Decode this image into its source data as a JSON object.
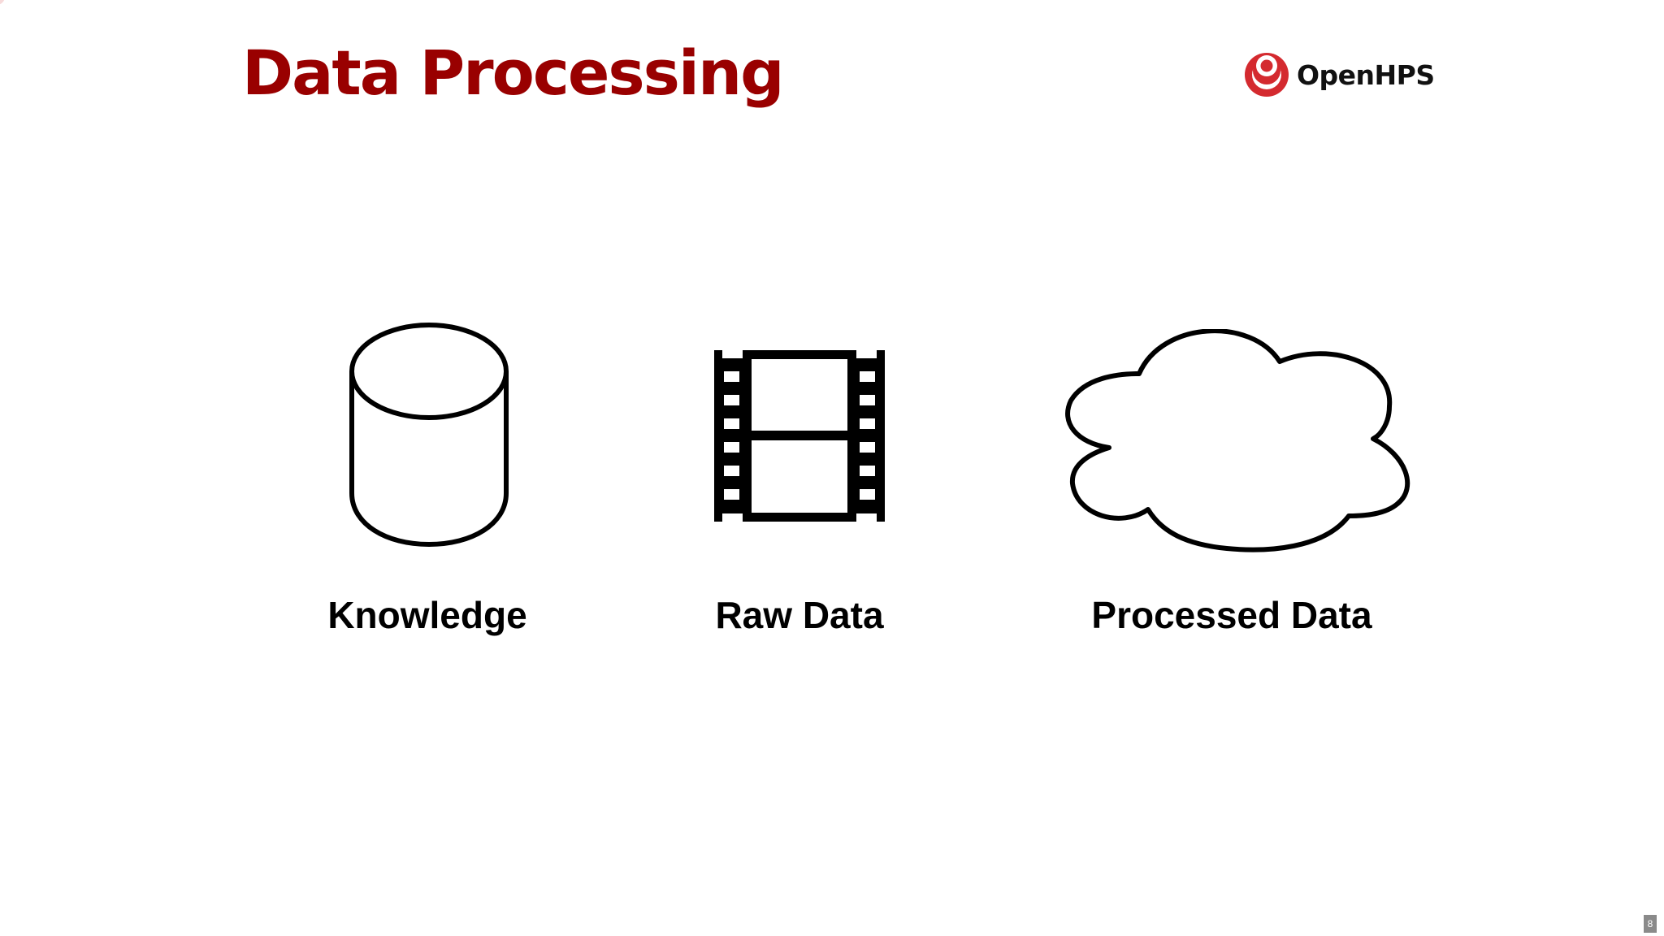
{
  "slide": {
    "title": "Data Processing",
    "page_number": "8"
  },
  "logo": {
    "text": "OpenHPS",
    "icon": "openhps-logo-icon",
    "color": "#d42a2f"
  },
  "items": [
    {
      "label": "Knowledge",
      "icon": "database-icon"
    },
    {
      "label": "Raw Data",
      "icon": "film-strip-icon"
    },
    {
      "label": "Processed Data",
      "icon": "cloud-icon"
    }
  ],
  "colors": {
    "title": "#990000",
    "icon_stroke": "#000000"
  }
}
